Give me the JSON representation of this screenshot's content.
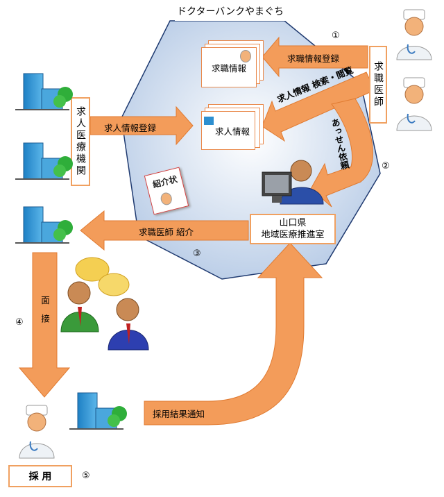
{
  "title": "ドクターバンクやまぐち",
  "markers": {
    "m1": "①",
    "m2": "②",
    "m3": "③",
    "m4": "④",
    "m5": "⑤"
  },
  "boxes": {
    "job_seeker_info": "求職情報",
    "job_offer_info": "求人情報",
    "job_seeking_doctor": "求職医師",
    "medical_institution": "求人医療機関",
    "center_line1": "山口県",
    "center_line2": "地域医療推進室",
    "hired": "採 用",
    "letter": "紹介状"
  },
  "arrows": {
    "seeker_register": "求職情報登録",
    "search_view": "求人情報 検索・閲覧",
    "mediation_request": "あっせん依頼",
    "offer_register": "求人情報登録",
    "introduce": "求職医師 紹介",
    "interview": "面接",
    "hire_result": "採用結果通知"
  },
  "colors": {
    "arrow": "#f39c5a",
    "octagon": "#c9d8ec",
    "border": "#f0a060"
  }
}
